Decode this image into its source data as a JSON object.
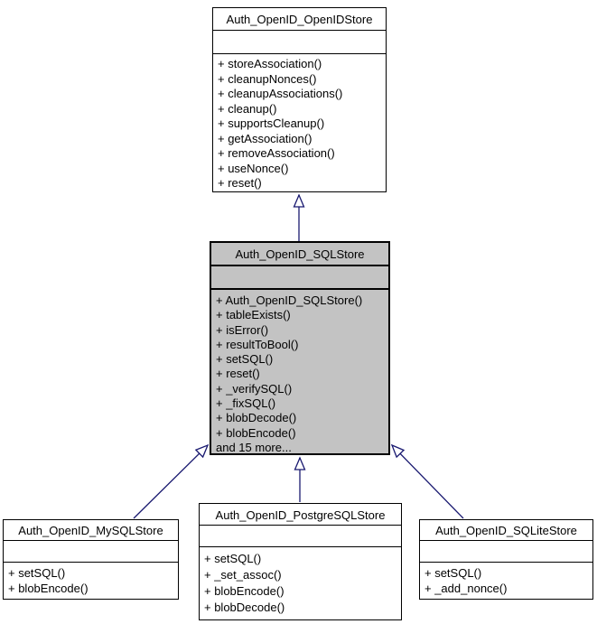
{
  "colors": {
    "arrow": "#191970",
    "highlight_fill": "#c3c3c3",
    "node_fill": "#ffffff",
    "border": "#000000"
  },
  "classes": [
    {
      "name": "Auth_OpenID_OpenIDStore",
      "highlighted": false,
      "methods": [
        "+ storeAssociation()",
        "+ cleanupNonces()",
        "+ cleanupAssociations()",
        "+ cleanup()",
        "+ supportsCleanup()",
        "+ getAssociation()",
        "+ removeAssociation()",
        "+ useNonce()",
        "+ reset()"
      ]
    },
    {
      "name": "Auth_OpenID_SQLStore",
      "highlighted": true,
      "methods": [
        "+ Auth_OpenID_SQLStore()",
        "+ tableExists()",
        "+ isError()",
        "+ resultToBool()",
        "+ setSQL()",
        "+ reset()",
        "+ _verifySQL()",
        "+ _fixSQL()",
        "+ blobDecode()",
        "+ blobEncode()",
        "and 15 more..."
      ]
    },
    {
      "name": "Auth_OpenID_MySQLStore",
      "highlighted": false,
      "methods": [
        "+ setSQL()",
        "+ blobEncode()"
      ]
    },
    {
      "name": "Auth_OpenID_PostgreSQLStore",
      "highlighted": false,
      "methods": [
        "+ setSQL()",
        "+ _set_assoc()",
        "+ blobEncode()",
        "+ blobDecode()"
      ]
    },
    {
      "name": "Auth_OpenID_SQLiteStore",
      "highlighted": false,
      "methods": [
        "+ setSQL()",
        "+ _add_nonce()"
      ]
    }
  ],
  "relations": [
    {
      "child": "Auth_OpenID_SQLStore",
      "parent": "Auth_OpenID_OpenIDStore",
      "type": "inheritance"
    },
    {
      "child": "Auth_OpenID_MySQLStore",
      "parent": "Auth_OpenID_SQLStore",
      "type": "inheritance"
    },
    {
      "child": "Auth_OpenID_PostgreSQLStore",
      "parent": "Auth_OpenID_SQLStore",
      "type": "inheritance"
    },
    {
      "child": "Auth_OpenID_SQLiteStore",
      "parent": "Auth_OpenID_SQLStore",
      "type": "inheritance"
    }
  ]
}
